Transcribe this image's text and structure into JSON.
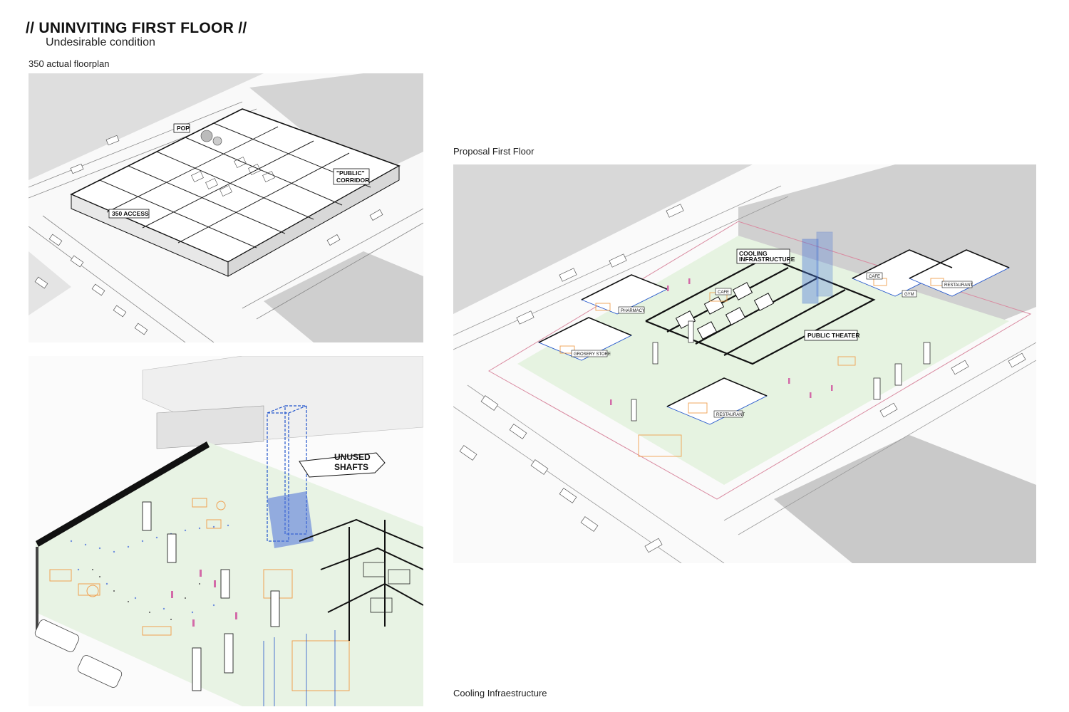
{
  "header": {
    "title": "// UNINVITING FIRST FLOOR //",
    "subtitle": "Undesirable condition"
  },
  "captions": {
    "existing": "350 actual floorplan",
    "proposal": "Proposal First Floor",
    "cooling": "Cooling Infraestructure"
  },
  "existing_plan": {
    "labels": {
      "pop": "POP",
      "corridor_line1": "\"PUBLIC\"",
      "corridor_line2": "CORRIDOR",
      "access": "350 ACCESS"
    }
  },
  "detail": {
    "labels": {
      "shafts_line1": "UNUSED",
      "shafts_line2": "SHAFTS"
    }
  },
  "proposal_plan": {
    "labels": {
      "cooling_line1": "COOLING",
      "cooling_line2": "INFRASTRUCTURE",
      "cafe_a": "CAFE",
      "cafe_b": "CAFE",
      "gym": "GYM",
      "restaurant_a": "RESTAURANT",
      "pharmacy": "PHARMACY",
      "grocery": "GROSERY STORE",
      "public_theater": "PUBLIC THEATER",
      "restaurant_b": "RESTAURANT"
    }
  },
  "colors": {
    "building_gray": "#d4d4d4",
    "line": "#1a1a1a",
    "accent_orange": "#f0a050",
    "accent_blue": "#2255cc",
    "green_ground": "#dcefd8"
  }
}
